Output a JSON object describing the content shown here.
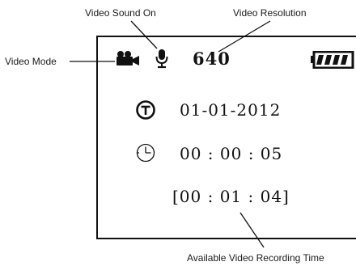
{
  "callouts": {
    "video_sound_on": "Video Sound On",
    "video_resolution": "Video Resolution",
    "video_mode": "Video Mode",
    "available_time": "Available Video Recording Time"
  },
  "screen": {
    "resolution": "640",
    "date": "01-01-2012",
    "elapsed_time": "00 : 00 : 05",
    "remaining_time": "[00 : 01 : 04]",
    "icons": [
      "video-camera-icon",
      "microphone-icon",
      "battery-full-icon",
      "date-stamp-icon",
      "clock-icon"
    ]
  }
}
